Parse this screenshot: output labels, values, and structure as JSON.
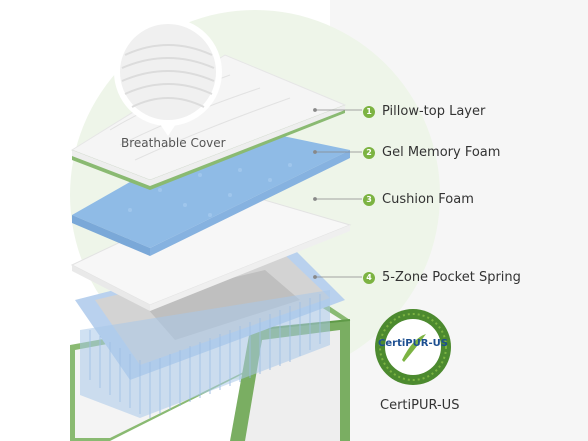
{
  "callout": {
    "caption": "Breathable Cover"
  },
  "layers": [
    {
      "number": "1",
      "label": "Pillow-top Layer"
    },
    {
      "number": "2",
      "label": "Gel Memory Foam"
    },
    {
      "number": "3",
      "label": "Cushion Foam"
    },
    {
      "number": "4",
      "label": "5-Zone Pocket Spring"
    }
  ],
  "certification": {
    "badge_text": "CertiPUR-US",
    "caption": "CertiPUR-US"
  },
  "colors": {
    "accent_green": "#7cb342",
    "gel_blue": "#8fbbe6",
    "spring_blue": "#a9c8ea"
  }
}
